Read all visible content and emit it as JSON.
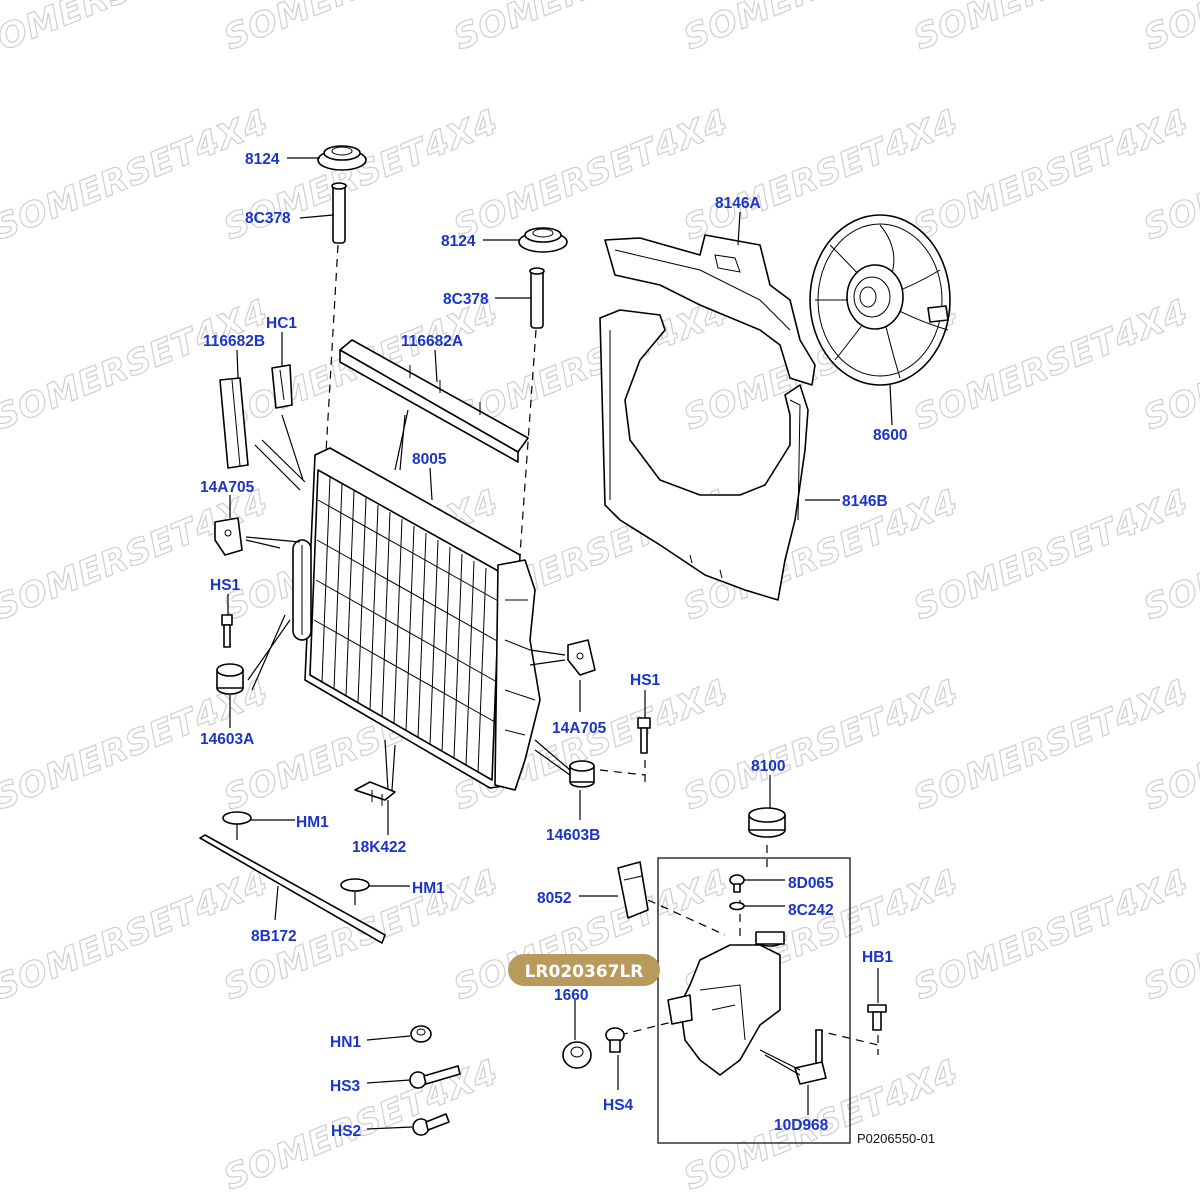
{
  "watermark": {
    "text": "SOMERSET4X4"
  },
  "part_highlight": {
    "label": "LR020367LR",
    "color": "#b99a5c"
  },
  "reference_code": "P0206550-01",
  "callouts": {
    "c_8124_a": "8124",
    "c_8c378_a": "8C378",
    "c_8124_b": "8124",
    "c_8c378_b": "8C378",
    "c_8146a": "8146A",
    "c_hc1": "HC1",
    "c_116682b": "116682B",
    "c_116682a": "116682A",
    "c_8600": "8600",
    "c_8005": "8005",
    "c_14a705_a": "14A705",
    "c_8146b": "8146B",
    "c_hs1_a": "HS1",
    "c_14603a": "14603A",
    "c_hs1_b": "HS1",
    "c_14a705_b": "14A705",
    "c_8100": "8100",
    "c_hm1_a": "HM1",
    "c_18k422": "18K422",
    "c_14603b": "14603B",
    "c_hm1_b": "HM1",
    "c_8d065": "8D065",
    "c_8052": "8052",
    "c_8c242": "8C242",
    "c_8b172": "8B172",
    "c_hb1": "HB1",
    "c_1660": "1660",
    "c_hn1": "HN1",
    "c_hs3": "HS3",
    "c_hs4": "HS4",
    "c_10d968": "10D968",
    "c_hs2": "HS2"
  },
  "colors": {
    "callout": "#1a35c8",
    "line": "#000000",
    "watermark": "#cfcfcf"
  }
}
